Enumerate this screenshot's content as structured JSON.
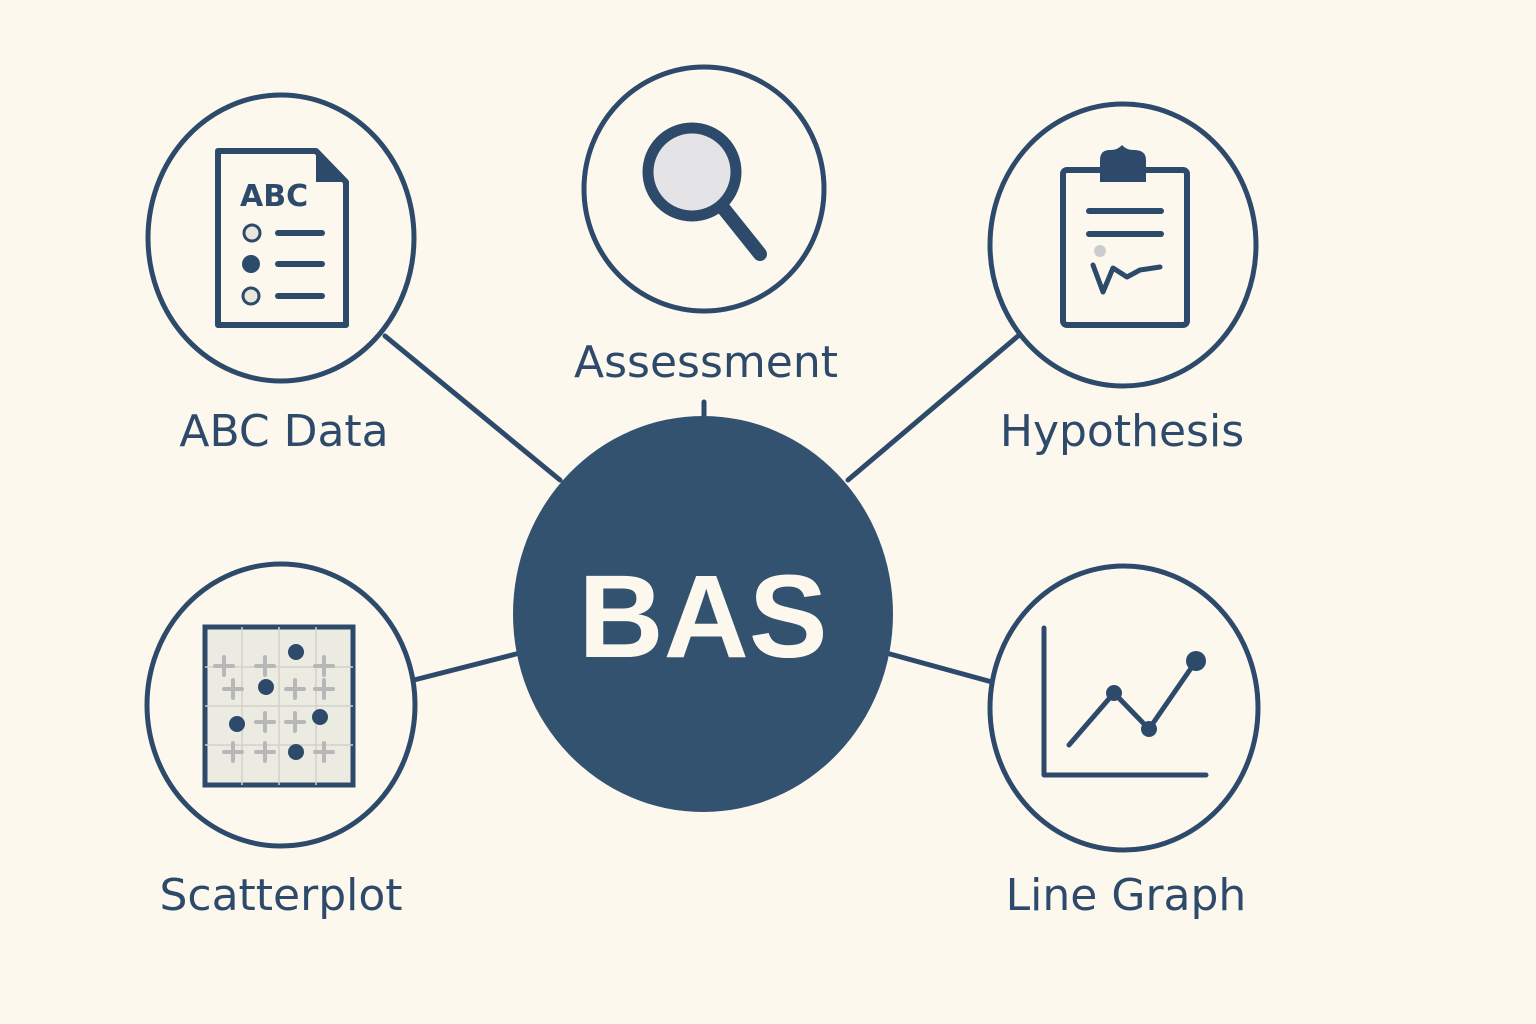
{
  "colors": {
    "background": "#fcf8ee",
    "primary": "#2e4a6b",
    "center_fill": "#33526f",
    "center_text": "#fcf8ee",
    "icon_light": "#e6e6e6",
    "grid_fill": "#ecebe2",
    "plus_color": "#b7b7b7"
  },
  "center": {
    "label": "BAS"
  },
  "nodes": {
    "abc_data": {
      "label": "ABC Data",
      "icon": "abc-document-icon",
      "icon_text": "ABC"
    },
    "assessment": {
      "label": "Assessment",
      "icon": "magnifying-glass-icon"
    },
    "hypothesis": {
      "label": "Hypothesis",
      "icon": "clipboard-icon"
    },
    "scatterplot": {
      "label": "Scatterplot",
      "icon": "scatterplot-grid-icon"
    },
    "line_graph": {
      "label": "Line Graph",
      "icon": "line-graph-icon"
    }
  }
}
